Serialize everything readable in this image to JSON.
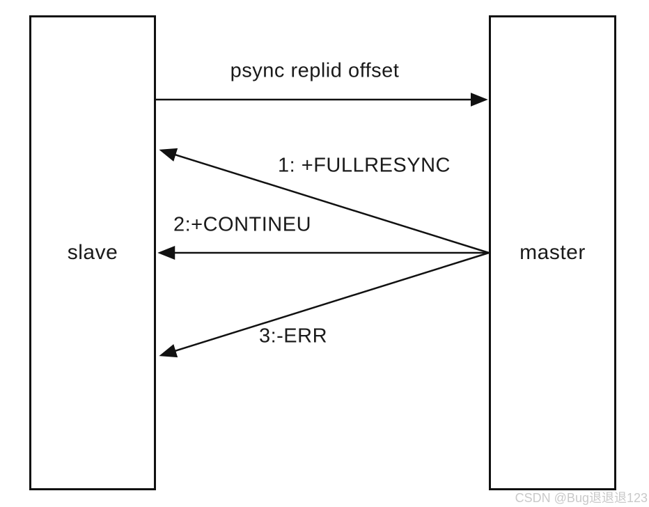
{
  "diagram": {
    "title_hint": "redis psync replication flow",
    "nodes": [
      {
        "id": "slave",
        "label": "slave"
      },
      {
        "id": "master",
        "label": "master"
      }
    ],
    "messages": [
      {
        "label": "psync replid offset",
        "from": "slave",
        "to": "master"
      },
      {
        "label": "1: +FULLRESYNC",
        "from": "master",
        "to": "slave"
      },
      {
        "label": "2:+CONTINEU",
        "from": "master",
        "to": "slave"
      },
      {
        "label": "3:-ERR",
        "from": "master",
        "to": "slave"
      }
    ],
    "colors": {
      "line": "#111111",
      "background": "#ffffff",
      "watermark": "#c9c9c9"
    }
  },
  "watermark": {
    "text": "CSDN @Bug退退退123"
  }
}
